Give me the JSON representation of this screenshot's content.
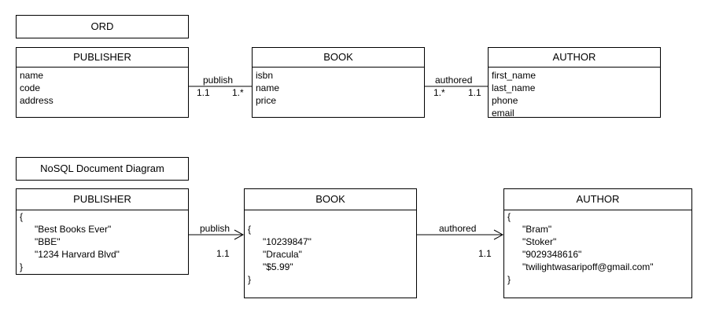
{
  "ord": {
    "title": "ORD",
    "entities": [
      {
        "name": "PUBLISHER",
        "attributes": [
          "name",
          "code",
          "address"
        ]
      },
      {
        "name": "BOOK",
        "attributes": [
          "isbn",
          "name",
          "price"
        ]
      },
      {
        "name": "AUTHOR",
        "attributes": [
          "first_name",
          "last_name",
          "phone",
          "email"
        ]
      }
    ],
    "relations": [
      {
        "label": "publish",
        "left_cardinality": "1.1",
        "right_cardinality": "1.*"
      },
      {
        "label": "authored",
        "left_cardinality": "1.*",
        "right_cardinality": "1.1"
      }
    ]
  },
  "nosql": {
    "title": "NoSQL Document Diagram",
    "open_brace": "{",
    "close_brace": "}",
    "documents": [
      {
        "name": "PUBLISHER",
        "values": [
          "\"Best Books Ever\"",
          "\"BBE\"",
          "\"1234 Harvard Blvd\""
        ]
      },
      {
        "name": "BOOK",
        "values": [
          "\"10239847\"",
          "\"Dracula\"",
          "\"$5.99\""
        ]
      },
      {
        "name": "AUTHOR",
        "values": [
          "\"Bram\"",
          "\"Stoker\"",
          "\"9029348616\"",
          "\"twilightwasaripoff@gmail.com\""
        ]
      }
    ],
    "relations": [
      {
        "label": "publish",
        "cardinality": "1.1"
      },
      {
        "label": "authored",
        "cardinality": "1.1"
      }
    ]
  }
}
